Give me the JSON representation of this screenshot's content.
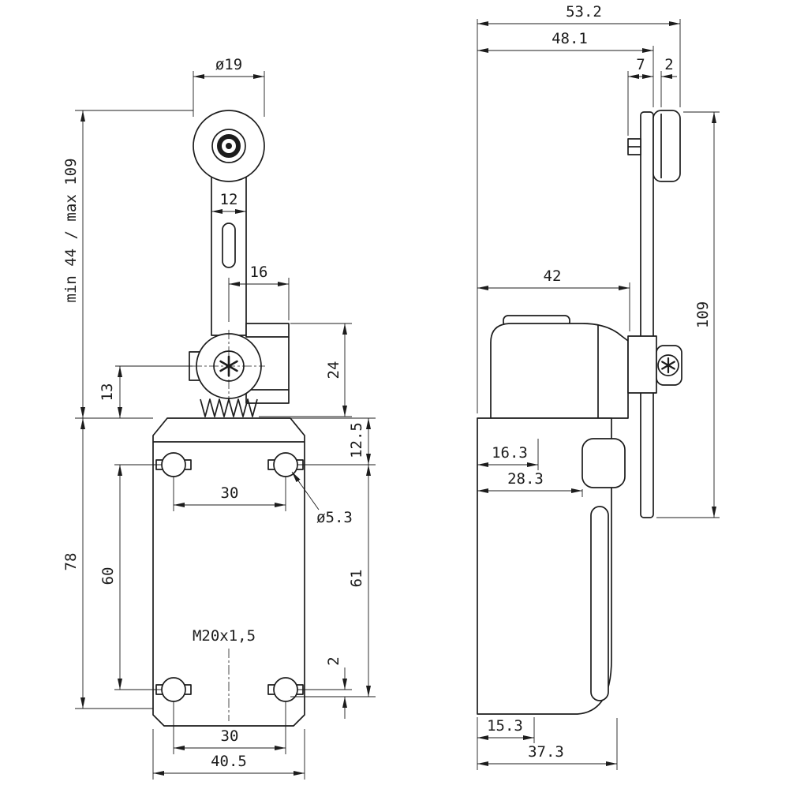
{
  "colors": {
    "line": "#1c1c1c",
    "background": "#ffffff"
  },
  "views": {
    "front": {
      "dims": {
        "roller_diameter": "ø19",
        "lever_width": "12",
        "clamp_length": "16",
        "head_height": "24",
        "pivot_to_body": "13",
        "lever_travel": "min 44 / max 109",
        "body_height": "78",
        "hole_spacing_vertical": "60",
        "body_top_to_hole": "12.5",
        "hole_span_right": "61",
        "hole_diameter": "ø5.3",
        "hole_spacing_top": "30",
        "thread": "M20x1,5",
        "slot_extra": "2",
        "hole_spacing_bottom": "30",
        "body_width": "40.5"
      }
    },
    "side": {
      "dims": {
        "overall_width": "53.2",
        "roller_face_offset": "48.1",
        "roller_width": "7",
        "lever_plate_thickness": "2",
        "head_width": "42",
        "lever_length": "109",
        "inner_offset_1": "16.3",
        "inner_offset_2": "28.3",
        "entry_offset": "15.3",
        "base_depth": "37.3"
      }
    }
  }
}
